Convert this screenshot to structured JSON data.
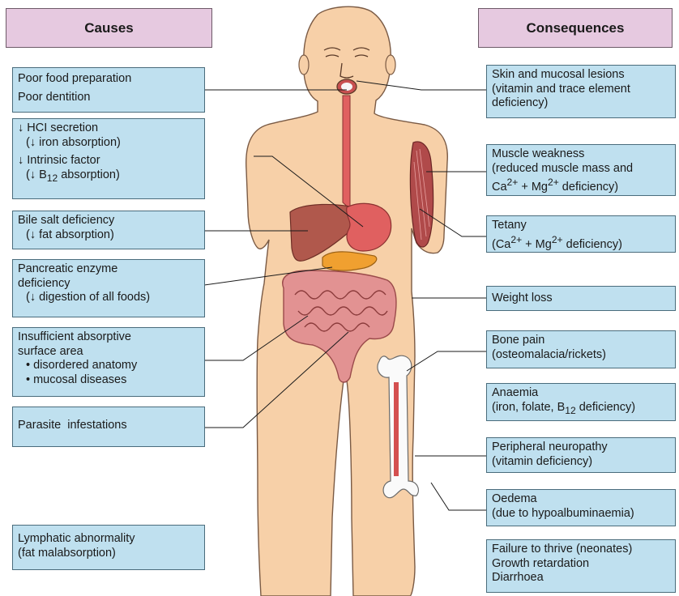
{
  "headers": {
    "causes": "Causes",
    "consequences": "Consequences"
  },
  "causes": {
    "food": [
      "Poor food preparation",
      "Poor dentition"
    ],
    "hcl": {
      "line1": "↓ HCI secretion",
      "line2": "(↓ iron absorption)",
      "line3": "↓ Intrinsic factor",
      "line4_pre": "(↓ B",
      "line4_sub": "12",
      "line4_post": " absorption)"
    },
    "bile": [
      "Bile salt deficiency",
      "(↓ fat absorption)"
    ],
    "pancreatic": [
      "Pancreatic enzyme",
      "deficiency",
      "(↓ digestion of all foods)"
    ],
    "absorptive": [
      "Insufficient absorptive",
      "surface area",
      "• disordered anatomy",
      "• mucosal diseases"
    ],
    "parasite": "Parasite  infestations",
    "lymphatic": [
      "Lymphatic abnormality",
      "(fat malabsorption)"
    ]
  },
  "consequences": {
    "skin": [
      "Skin and mucosal lesions",
      "(vitamin and trace element",
      "deficiency)"
    ],
    "muscle": {
      "line1": "Muscle weakness",
      "line2": "(reduced muscle mass and",
      "ca": "Ca",
      "ca_sup": "2+",
      "plus": " + Mg",
      "mg_sup": "2+",
      "post": " deficiency)"
    },
    "tetany": {
      "line1": "Tetany",
      "pre": "(Ca",
      "ca_sup": "2+",
      "plus": " + Mg",
      "mg_sup": "2+",
      "post": " deficiency)"
    },
    "weight": "Weight loss",
    "bone": [
      "Bone pain",
      "(osteomalacia/rickets)"
    ],
    "anaemia": {
      "line1": "Anaemia",
      "pre": "(iron, folate, B",
      "sub": "12",
      "post": " deficiency)"
    },
    "neuropathy": [
      "Peripheral neuropathy",
      "(vitamin deficiency)"
    ],
    "oedema": [
      "Oedema",
      "(due to hypoalbuminaemia)"
    ],
    "failure": [
      "Failure to thrive (neonates)",
      "Growth retardation",
      "Diarrhoea"
    ]
  },
  "colors": {
    "skin": "#f7d0a8",
    "liver": "#b0584c",
    "stomach": "#e06060",
    "pancreas": "#f0a030",
    "intestine": "#e29292",
    "muscle": "#b04a4a",
    "box": "#bfe0ef",
    "header": "#e6c9e0"
  }
}
